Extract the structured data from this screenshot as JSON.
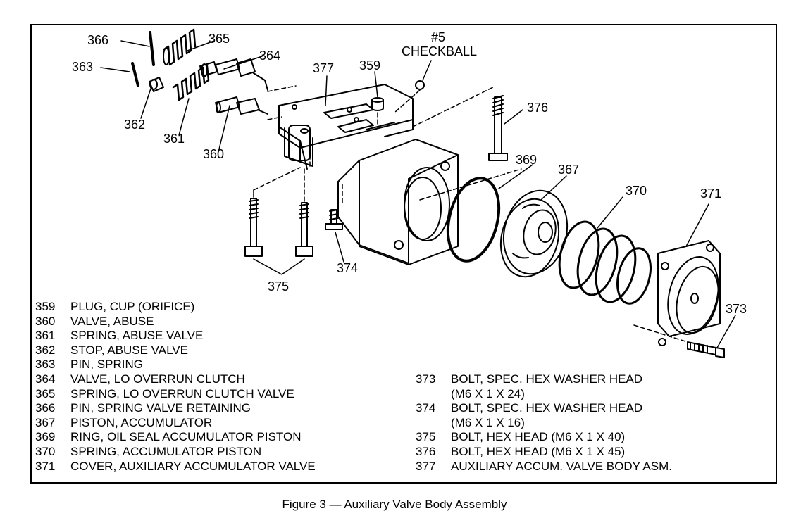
{
  "callouts": {
    "c366": "366",
    "c365": "365",
    "c364": "364",
    "c363": "363",
    "c362": "362",
    "c361": "361",
    "c360": "360",
    "c377": "377",
    "c359": "359",
    "checkball_num": "#5",
    "checkball_word": "CHECKBALL",
    "c376": "376",
    "c369": "369",
    "c367": "367",
    "c370": "370",
    "c371": "371",
    "c373": "373",
    "c374": "374",
    "c375": "375"
  },
  "legend_left": [
    {
      "num": "359",
      "desc": "PLUG, CUP (ORIFICE)"
    },
    {
      "num": "360",
      "desc": "VALVE, ABUSE"
    },
    {
      "num": "361",
      "desc": "SPRING, ABUSE VALVE"
    },
    {
      "num": "362",
      "desc": "STOP, ABUSE VALVE"
    },
    {
      "num": "363",
      "desc": "PIN, SPRING"
    },
    {
      "num": "364",
      "desc": "VALVE, LO OVERRUN CLUTCH"
    },
    {
      "num": "365",
      "desc": "SPRING, LO OVERRUN CLUTCH VALVE"
    },
    {
      "num": "366",
      "desc": "PIN, SPRING VALVE RETAINING"
    },
    {
      "num": "367",
      "desc": "PISTON, ACCUMULATOR"
    },
    {
      "num": "369",
      "desc": "RING, OIL SEAL ACCUMULATOR PISTON"
    },
    {
      "num": "370",
      "desc": "SPRING, ACCUMULATOR PISTON"
    },
    {
      "num": "371",
      "desc": "COVER, AUXILIARY ACCUMULATOR VALVE"
    }
  ],
  "legend_right": {
    "r373_num": "373",
    "r373_desc": "BOLT, SPEC. HEX WASHER HEAD",
    "r373_cont": "(M6 X 1 X 24)",
    "r374_num": "374",
    "r374_desc": "BOLT, SPEC. HEX WASHER HEAD",
    "r374_cont": "(M6 X 1 X 16)",
    "r375_num": "375",
    "r375_desc": "BOLT, HEX HEAD (M6 X 1 X 40)",
    "r376_num": "376",
    "r376_desc": "BOLT, HEX HEAD (M6 X 1 X 45)",
    "r377_num": "377",
    "r377_desc": "AUXILIARY ACCUM. VALVE BODY ASM."
  },
  "caption": "Figure 3 — Auxiliary Valve Body Assembly"
}
